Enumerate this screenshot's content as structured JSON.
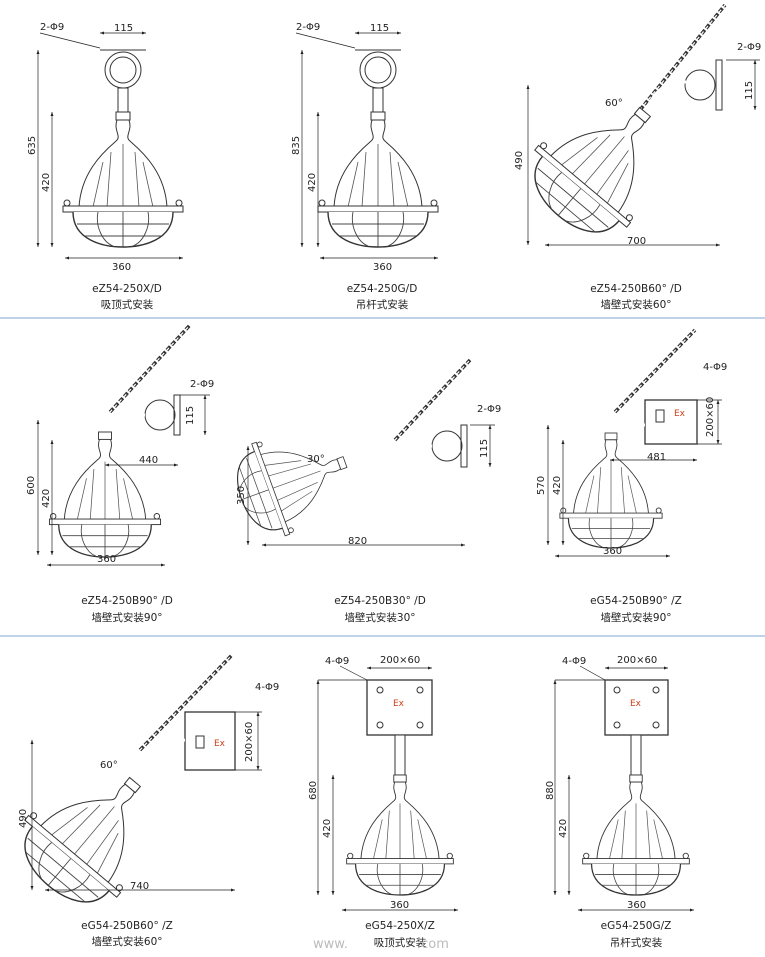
{
  "panels": [
    {
      "model": "eZ54-250X/D",
      "mount": "吸顶式安装",
      "holes": "2-Φ9",
      "plate": "115",
      "total": "635",
      "lamp": "420",
      "width": "360"
    },
    {
      "model": "eZ54-250G/D",
      "mount": "吊杆式安装",
      "holes": "2-Φ9",
      "plate": "115",
      "total": "835",
      "lamp": "420",
      "width": "360"
    },
    {
      "model": "eZ54-250B60° /D",
      "mount": "墙壁式安装60°",
      "holes": "2-Φ9",
      "plate": "115",
      "angle": "60°",
      "height": "490",
      "reach": "700"
    },
    {
      "model": "eZ54-250B90° /D",
      "mount": "墙壁式安装90°",
      "holes": "2-Φ9",
      "plate": "115",
      "reach": "440",
      "total": "600",
      "lamp": "420",
      "width": "360"
    },
    {
      "model": "eZ54-250B30° /D",
      "mount": "墙壁式安装30°",
      "holes": "2-Φ9",
      "plate": "115",
      "angle": "30°",
      "height": "350",
      "reach": "820"
    },
    {
      "model": "eG54-250B90° /Z",
      "mount": "墙壁式安装90°",
      "holes": "4-Φ9",
      "box": "200×60",
      "ex": "Ex",
      "reach": "481",
      "total": "570",
      "lamp": "420",
      "width": "360"
    },
    {
      "model": "eG54-250B60° /Z",
      "mount": "墙壁式安装60°",
      "holes": "4-Φ9",
      "box": "200×60",
      "ex": "Ex",
      "angle": "60°",
      "height": "490",
      "reach": "740"
    },
    {
      "model": "eG54-250X/Z",
      "mount": "吸顶式安装",
      "holes": "4-Φ9",
      "box": "200×60",
      "ex": "Ex",
      "total": "680",
      "lamp": "420",
      "width": "360"
    },
    {
      "model": "eG54-250G/Z",
      "mount": "吊杆式安装",
      "holes": "4-Φ9",
      "box": "200×60",
      "ex": "Ex",
      "total": "880",
      "lamp": "420",
      "width": "360"
    }
  ],
  "watermark": {
    "left": "www.",
    "right": ".com"
  }
}
